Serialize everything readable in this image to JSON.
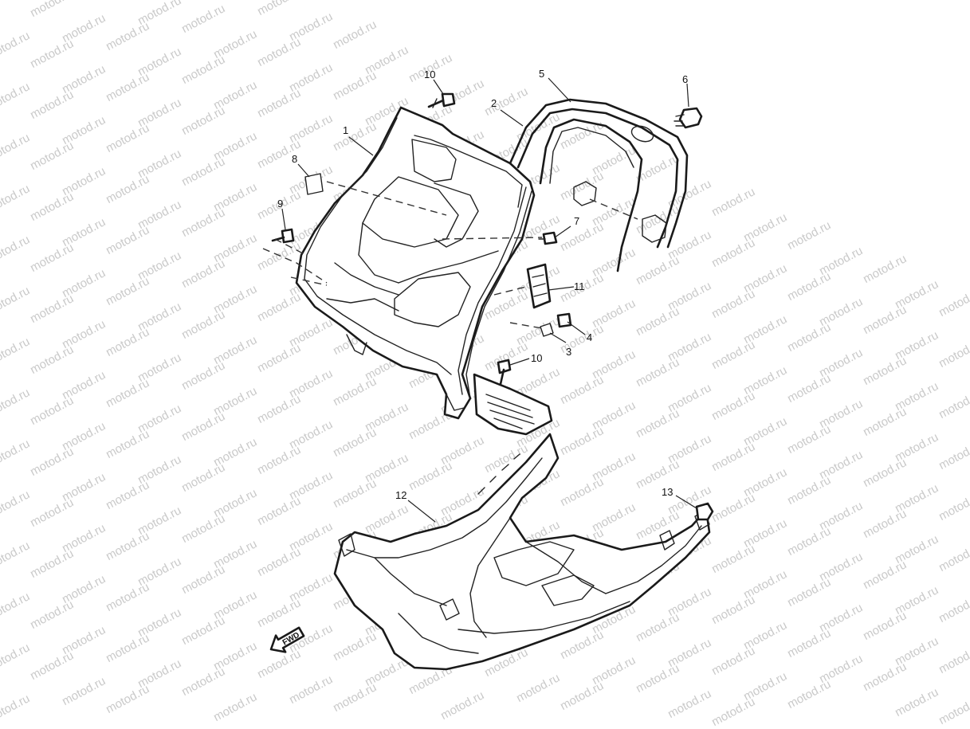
{
  "watermark": {
    "text": "motod.ru",
    "color": "#c9c9c9"
  },
  "callouts": [
    {
      "id": "c1",
      "text": "1"
    },
    {
      "id": "c2",
      "text": "2"
    },
    {
      "id": "c3",
      "text": "3"
    },
    {
      "id": "c4",
      "text": "4"
    },
    {
      "id": "c5",
      "text": "5"
    },
    {
      "id": "c6",
      "text": "6"
    },
    {
      "id": "c7",
      "text": "7"
    },
    {
      "id": "c8",
      "text": "8"
    },
    {
      "id": "c9",
      "text": "9"
    },
    {
      "id": "c10a",
      "text": "10"
    },
    {
      "id": "c10b",
      "text": "10"
    },
    {
      "id": "c11",
      "text": "11"
    },
    {
      "id": "c12",
      "text": "12"
    },
    {
      "id": "c13",
      "text": "13"
    }
  ],
  "direction_arrow": {
    "text": "FWD",
    "icon": "forward-arrow-icon"
  }
}
